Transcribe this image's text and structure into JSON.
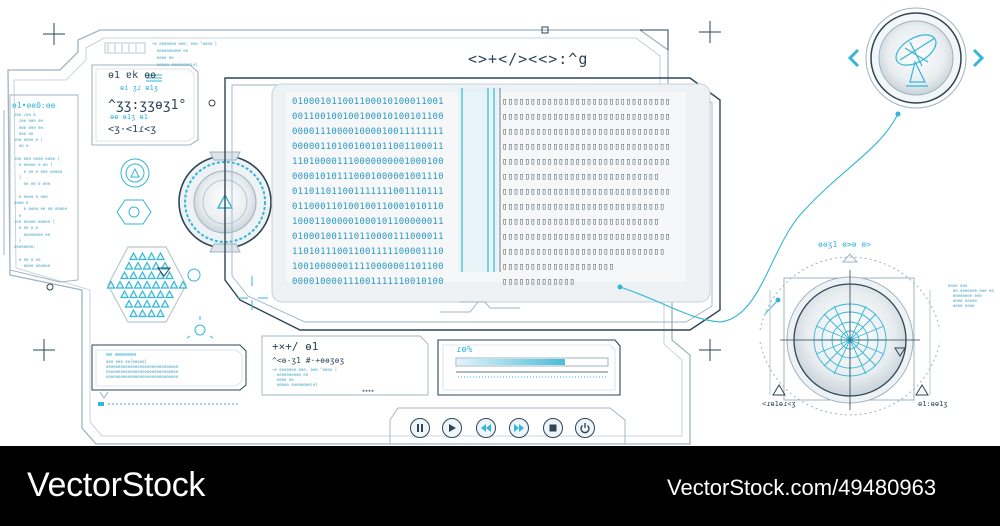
{
  "header": {
    "title": "<>+</><<>:^g",
    "subtitle": "ɵ1 ɐk  ɵɵ",
    "counter_main": "^ʒʒ:ʒʒɵʒ1°",
    "counter_sub": "<ʒ·<1ɾ<ʒ",
    "top_code": "ɵi ʒɾ ɵ1ʒ",
    "top_code_2": "ɵɵ  ɵ1ʒ  ɵ1"
  },
  "left_code": {
    "title": "ɵ1•ɵɵ0:ɵɵ",
    "lines": [
      "ɾɵɵ ɾɵɵ ɵ",
      "  ɾɵɵ ɵɵɵ ɵɵ",
      "  ɵɵɵ ɵɵɵ ɵɵ",
      "  ɵɵɵ ɵɵ",
      "ɾɵɵ ɵɵɵɵ ɵ (",
      "  ɵɵ ɵ",
      "",
      "ɾɵɵ ɵɵɵ ɵɵɵɵ ɵɵɵɵ {",
      "  ɵ ɵɵɵɵɵ ɵ ɵɵ {",
      "    ɵ ɵɵ ɵ ɵɵɵ ɵɵɵɵɵ",
      "  }",
      "    ɵɵ ɵɵ ɵ ɵɵɵ",
      "",
      "  ɵ ɵɵɵɵ ɵ ɵɵɵ",
      "ɵɵɵɵ ɵ",
      "    ɵ ɵɵɵɵ ɵɵ ɵɵ ɵɵɵɵɵ",
      "  ɵ",
      "ɾɵɵ ɵɵɵɵɵ ɵɵɵɵɵ {",
      "  ɵ ɵɵ ɵ ɵ",
      "    ɵɵɵɵɵɵɵɵ ɵɵ",
      "  }",
      "ɵɵɵɵɵɵɵɵ;",
      "",
      "  ɵ ɵɵ ɵ ɵɵ",
      "    ɵɵɵɵ ɵɵɵɵɵɵ"
    ]
  },
  "top_notes": [
    "~ɵ ɵɵɵɵɵɵɵ ɵɵɵ, ɵɵɵ \"ɵɵɵɵ ]",
    "  ɵɵɵɵɵɵɵɵɵɵ ɵɵ",
    "  ɵɵɵɵ ɵɵ",
    "  ɵɵɵɵɵ ɵɵɵɵɵɵɵɵ(ɵ)"
  ],
  "matrix": {
    "rows": 13,
    "bits_per_row": 27,
    "boxes_per_row": 30
  },
  "bottom_panels": {
    "left_title": "ɵɵ ɵɵɵɵɵɵɵ",
    "left_lines": [
      "ɵɵɵ ɵɵɵ ɵɵ[ɵɵɵɵɵ]",
      "ɵɵɵɵɵɵɵɵɵɵɵɵɵɵɵɵɵɵɵɵɵɵɵɵɵɵɵɵɵɵ",
      "ɵɵɵɵɵɵɵɵɵɵɵɵɵɵɵɵɵɵɵɵɵɵɵɵɵɵɵɵɵɵ",
      "ɵɵɵɵɵɵɵɵɵɵɵɵɵɵɵɵɵɵɵɵɵɵɵɵɵɵɵɵɵɵ"
    ],
    "mid_heading": "+×+/ ɵ1",
    "mid_code": "^<ɵ-ʒ1  #·+ɵɵʒɵʒ",
    "mid_lines": [
      "~ɵ ɵɵɵɵɵɵɵ ɵɵɵ, ɵɵɵ \"ɵɵɵɵ ]",
      "  ɵɵɵɵɵɵɵɵɵɵ ɵɵ",
      "  ɵɵɵɵ ɵɵ",
      "  ɵɵɵɵɵ ɵɵɵɵɵɵɵɵ(ɵ)"
    ],
    "mid_stars": "★★★★",
    "progress_label": "ɾɵ%",
    "progress_value": 0.72
  },
  "controls": {
    "pause_icon": "pause-icon",
    "play_icon": "play-icon",
    "rewind_icon": "rewind-icon",
    "forward_icon": "fast-forward-icon",
    "stop_icon": "stop-icon",
    "power_icon": "power-icon"
  },
  "radar": {
    "title": "ɵɵʒ1  ɵ>ɵ  ɵ>",
    "left_label": "<ɾɵ1ɵɾ<ʒ",
    "right_label": "ɵ1:ɵɵ1ʒ",
    "notes": [
      "ɵɵɵɵ ɵɵɵ",
      "  ɵɵ ɵɵɵɵɵɵɵ ɵɵɵ ɵɵ",
      "  ɵɵɵɵɵɵɵɵ ɵɵɵ",
      "  ɵɵɵɵ ɵɵɵɵɵ",
      "  ɵɵɵɵ ɵɵɵɵ"
    ]
  },
  "footer": {
    "brand_left": "VectorStock",
    "brand_right": "VectorStock.com/49480963"
  },
  "colors": {
    "accent": "#35b6d6",
    "outline": "#9fb3c0",
    "dark": "#2d4655",
    "panel": "#f1f4f6"
  }
}
